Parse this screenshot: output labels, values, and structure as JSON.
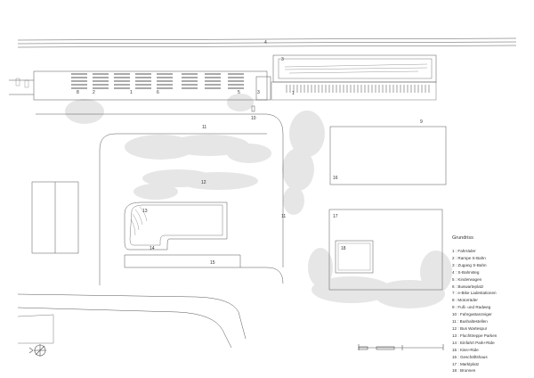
{
  "legend": {
    "title": "Grundriss",
    "items": [
      {
        "num": "1",
        "text": "Fahrräder"
      },
      {
        "num": "2",
        "text": "Rampe S-Bahn"
      },
      {
        "num": "3",
        "text": "Zugang S-Bahn"
      },
      {
        "num": "4",
        "text": "S-Bahnsteg"
      },
      {
        "num": "5",
        "text": "Kinderwagen"
      },
      {
        "num": "6",
        "text": "Buswarteplatz"
      },
      {
        "num": "7",
        "text": "e-Bike Ladestationen"
      },
      {
        "num": "8",
        "text": "Motorräder"
      },
      {
        "num": "9",
        "text": "Fuß- und Radweg"
      },
      {
        "num": "10",
        "text": "Fahrgastanzeiger"
      },
      {
        "num": "11",
        "text": "Bushaltestellen"
      },
      {
        "num": "12",
        "text": "Bus Wartespur"
      },
      {
        "num": "13",
        "text": "Fluchttreppe Parken"
      },
      {
        "num": "14",
        "text": "Einfahrt Park+Ride"
      },
      {
        "num": "15",
        "text": "Kiss+Ride"
      },
      {
        "num": "16",
        "text": "Geschäftshaus"
      },
      {
        "num": "17",
        "text": "Marktplatz"
      },
      {
        "num": "18",
        "text": "Brunnen"
      }
    ]
  },
  "plan_labels": {
    "l4": "4",
    "l3": "3",
    "l1": "1",
    "l8": "8",
    "l2": "2",
    "l1b": "1",
    "l6": "6",
    "l5": "5",
    "l3b": "3",
    "l10": "10",
    "l11a": "11",
    "l11b": "11",
    "l9": "9",
    "l16": "16",
    "l12": "12",
    "l13": "13",
    "l14": "14",
    "l15": "15",
    "l17": "17",
    "l18": "18"
  },
  "colors": {
    "line": "#555555",
    "tree": "#d8d8d8",
    "legend_text": "#333333"
  }
}
